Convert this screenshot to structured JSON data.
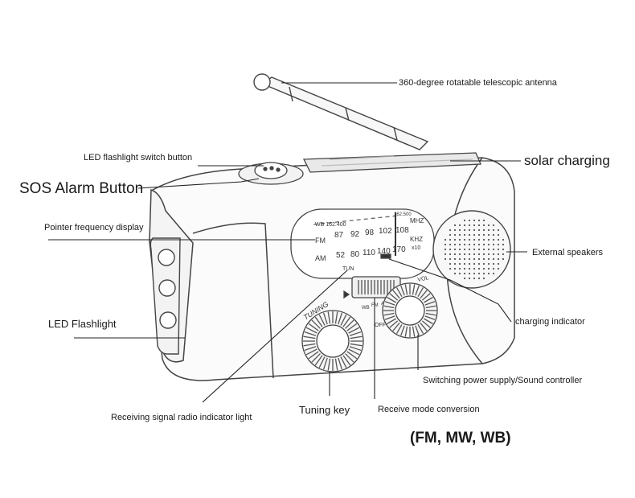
{
  "labels": {
    "antenna": "360-degree rotatable telescopic antenna",
    "led_switch": "LED flashlight switch button",
    "solar": "solar charging",
    "sos": "SOS Alarm Button",
    "pointer_display": "Pointer frequency display",
    "speakers": "External speakers",
    "flashlight": "LED Flashlight",
    "charging_indicator": "charging indicator",
    "power_sound": "Switching power supply/Sound controller",
    "signal_light": "Receiving signal radio indicator light",
    "tuning_key": "Tuning key",
    "mode_conversion": "Receive mode conversion",
    "modes": "(FM, MW, WB)"
  },
  "dial": {
    "wb_label": "WB 162.400",
    "wb_end": "162.500",
    "mhz": "MHZ",
    "fm": "FM",
    "fm_scale": [
      "87",
      "92",
      "98",
      "102",
      "108"
    ],
    "am": "AM",
    "am_scale": [
      "52",
      "80",
      "110",
      "140",
      "170"
    ],
    "khz": "KHZ",
    "x10": "x10",
    "tun": "TUN"
  },
  "device_marks": {
    "tuning": "TUNING",
    "off": "OFF",
    "wb": "WB",
    "fm": "FM",
    "am": "AM",
    "vol": "VOL"
  }
}
